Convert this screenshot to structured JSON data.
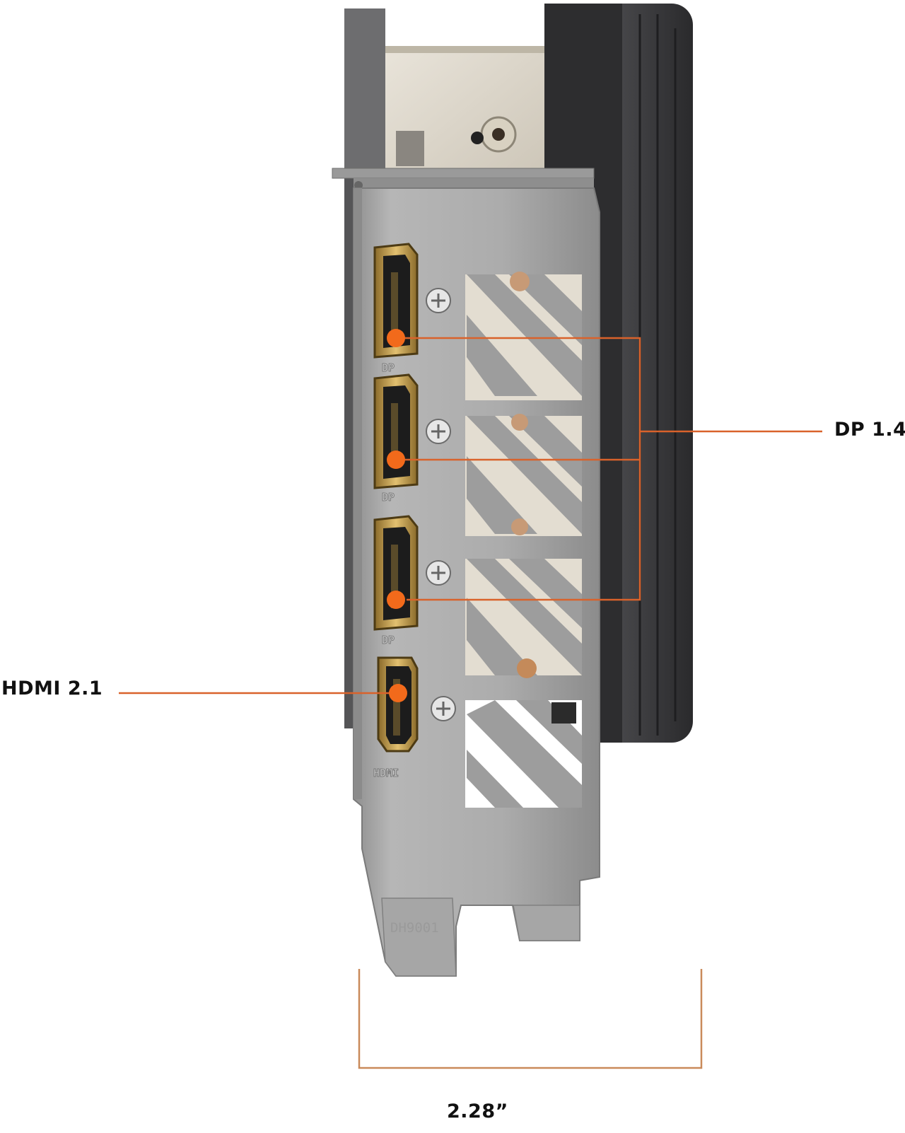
{
  "callouts": {
    "dp": "DP 1.4",
    "hdmi": "HDMI 2.1",
    "width": "2.28”"
  },
  "port_labels": {
    "dp": "DP",
    "hdmi": "HDMI"
  },
  "bracket_stamp": "DH9001",
  "colors": {
    "callout_line": "#d9622b",
    "callout_dot": "#f26a1b",
    "dimension_line": "#c98a5a",
    "bracket_metal": "#a9a9a9",
    "fan_shroud": "#3c3c3e",
    "port_gold": "#c9a24a"
  },
  "icons": [
    "screw-icon"
  ]
}
